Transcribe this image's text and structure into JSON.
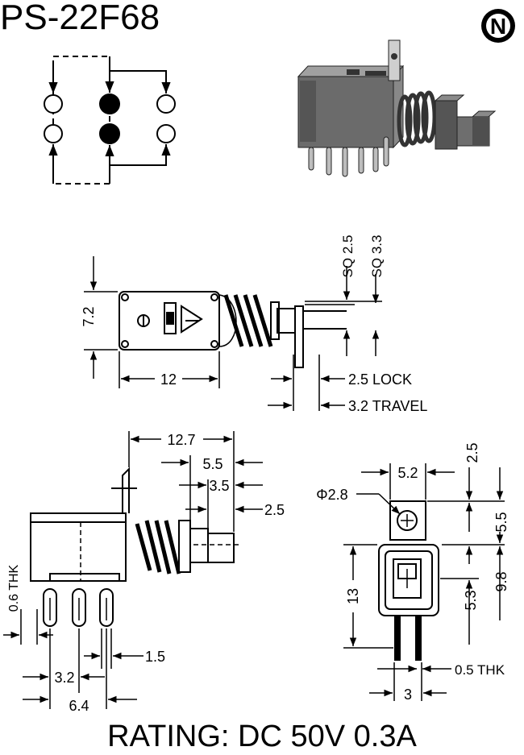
{
  "model": "PS-22F68",
  "brand_mark": "N",
  "rating": "RATING: DC 50V 0.3A",
  "side_view": {
    "height": "7.2",
    "length": "12",
    "sq_stem": "SQ 2.5",
    "sq_cap": "SQ 3.3",
    "lock": "2.5 LOCK",
    "travel": "3.2 TRAVEL"
  },
  "front_view": {
    "overall": "12.7",
    "offset_a": "5.5",
    "offset_b": "3.5",
    "stem": "2.5",
    "thickness": "0.6 THK",
    "pin_width": "1.5",
    "pitch": "3.2",
    "span": "6.4"
  },
  "end_view": {
    "hole": "Φ2.8",
    "width": "5.2",
    "top": "2.5",
    "upper": "5.5",
    "body": "9.8",
    "height": "13",
    "inner": "5.3",
    "pin_thk": "0.5 THK",
    "pin_gap": "3"
  },
  "colors": {
    "ink": "#000000",
    "paper": "#ffffff",
    "body_grey": "#6b6b6b"
  }
}
